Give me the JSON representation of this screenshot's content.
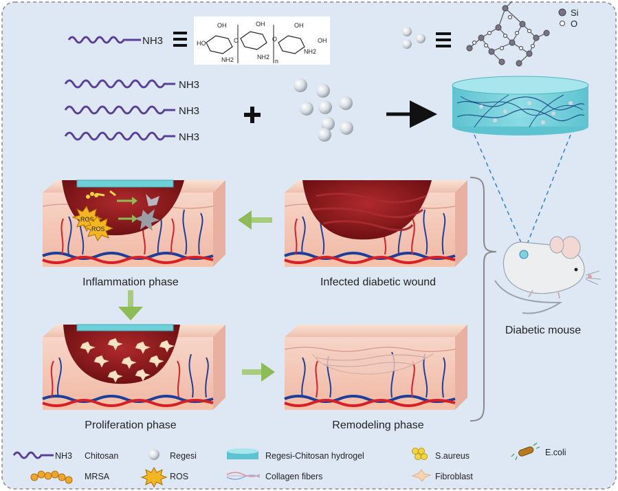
{
  "top": {
    "chitosan_label": "NH3",
    "wavy_labels": [
      "NH3",
      "NH3",
      "NH3"
    ],
    "si_label": "Si",
    "o_label": "O",
    "formula_n": "n",
    "formula_groups": [
      "OH",
      "HO",
      "NH2",
      "O",
      "OH",
      "O",
      "NH2",
      "OH",
      "NH2",
      "OH"
    ]
  },
  "panels": {
    "inflammation": "Inflammation phase",
    "infected": "Infected diabetic wound",
    "proliferation": "Proliferation phase",
    "remodeling": "Remodeling phase",
    "ros_badges": [
      "ROS",
      "ROS"
    ]
  },
  "mouse_label": "Diabetic mouse",
  "legend": {
    "chitosan_prefix": "NH3",
    "chitosan": "Chitosan",
    "regesi": "Regesi",
    "hydrogel": "Regesi-Chitosan hydrogel",
    "saureus": "S.aureus",
    "ecoli": "E.coli",
    "mrsa": "MRSA",
    "ros": "ROS",
    "collagen": "Collagen fibers",
    "fibroblast": "Fibroblast"
  },
  "colors": {
    "background": "#dde8f4",
    "chitosan": "#5a3f9a",
    "hydrogel": "#7fd3dd",
    "wound": "#8b1a1e",
    "arrow_green": "#8dbb55"
  }
}
